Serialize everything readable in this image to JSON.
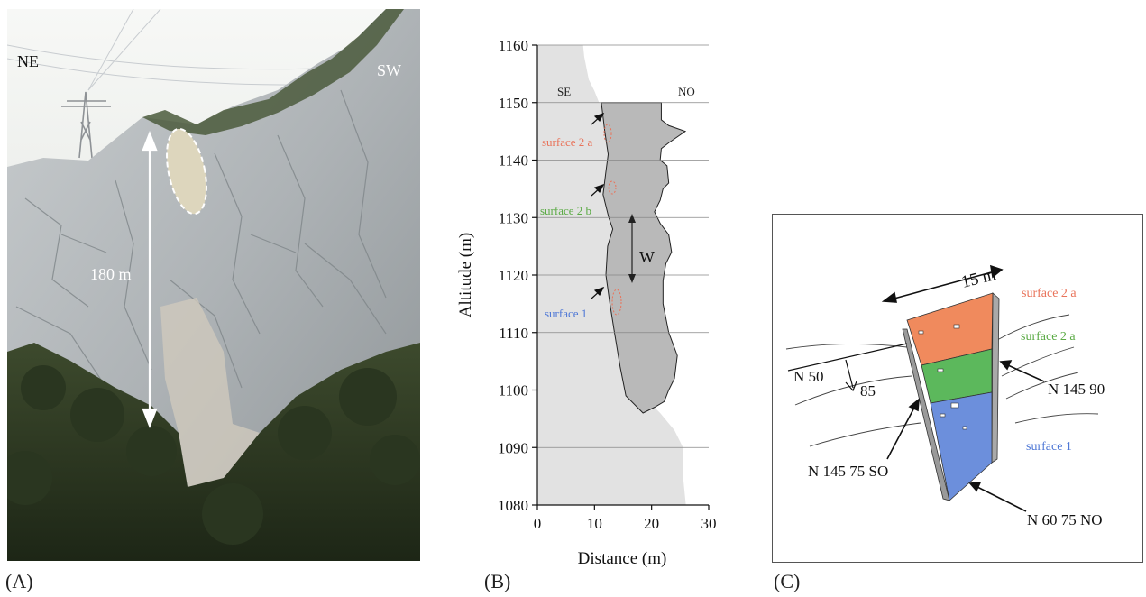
{
  "panels": {
    "a": {
      "label": "(A)"
    },
    "b": {
      "label": "(B)"
    },
    "c": {
      "label": "(C)"
    }
  },
  "photo": {
    "left_direction": "NE",
    "right_direction": "SW",
    "height_label": "180 m"
  },
  "chart_data": {
    "type": "area",
    "xlabel": "Distance (m)",
    "ylabel": "Altitude (m)",
    "xlim": [
      0,
      30
    ],
    "ylim": [
      1080,
      1160
    ],
    "x_ticks": [
      0,
      10,
      20,
      30
    ],
    "y_ticks": [
      1080,
      1090,
      1100,
      1110,
      1120,
      1130,
      1140,
      1150,
      1160
    ],
    "grid": "horizontal",
    "series": [
      {
        "role": "terrain",
        "color": "#e2e2e2",
        "x": [
          8.0,
          8.2,
          9.0,
          10.0,
          10.8,
          12.3,
          12.5,
          13.0,
          13.5,
          14.0,
          14.5,
          14.8,
          15.2,
          17.5,
          21.5,
          24.0,
          25.5,
          25.5,
          26.0
        ],
        "y": [
          1160,
          1158,
          1154,
          1152,
          1150,
          1150,
          1147,
          1142,
          1138,
          1132,
          1128,
          1120,
          1114,
          1100,
          1096,
          1093,
          1090,
          1085,
          1080
        ]
      },
      {
        "role": "removed-volume",
        "color": "#b9b9b9",
        "x": [
          11.2,
          21.7,
          21.7,
          23.0,
          25.9,
          23.0,
          21.7,
          21.5,
          22.7,
          23.0,
          22.0,
          21.5,
          20.5,
          21.5,
          23.0,
          23.5,
          22.5,
          22.0,
          22.0,
          23.0,
          24.5,
          24.0,
          23.0,
          22.2,
          20.5,
          18.5,
          15.5,
          14.5,
          13.5,
          12.7,
          12.0,
          12.3,
          13.2,
          12.5,
          11.5,
          12.0,
          12.4,
          11.8,
          11.2
        ],
        "y": [
          1150,
          1150,
          1147,
          1146,
          1145,
          1143,
          1142,
          1140,
          1139,
          1136,
          1135,
          1133,
          1131,
          1129,
          1127,
          1124,
          1122,
          1119,
          1115,
          1110,
          1106,
          1102,
          1100,
          1098,
          1097,
          1096,
          1099,
          1104,
          1110,
          1115,
          1120,
          1125,
          1128,
          1130,
          1134,
          1138,
          1141,
          1145,
          1150
        ]
      }
    ],
    "annotations": {
      "left_side": "SE",
      "right_side": "NO",
      "width_marker": "W",
      "surface_upper": "surface 2 a",
      "surface_middle": "surface 2 b",
      "surface_lower": "surface 1"
    },
    "colors": {
      "surface_upper": "#e9735a",
      "surface_middle": "#5aaa44",
      "surface_lower": "#4f78d6"
    }
  },
  "diagram": {
    "width_label": "15 m",
    "surface_2a_top_label": "surface 2 a",
    "surface_2a_lower_label": "surface 2 a",
    "surface_1_label": "surface 1",
    "orientation_n50": "N 50",
    "dip_85": "85",
    "orientation_n145_90": "N 145 90",
    "orientation_n145_75_so": "N 145 75 SO",
    "orientation_n60_75_no": "N 60 75 NO",
    "colors": {
      "orange": "#f08a5d",
      "green": "#5cb85c",
      "blue": "#6c8fdc"
    }
  }
}
